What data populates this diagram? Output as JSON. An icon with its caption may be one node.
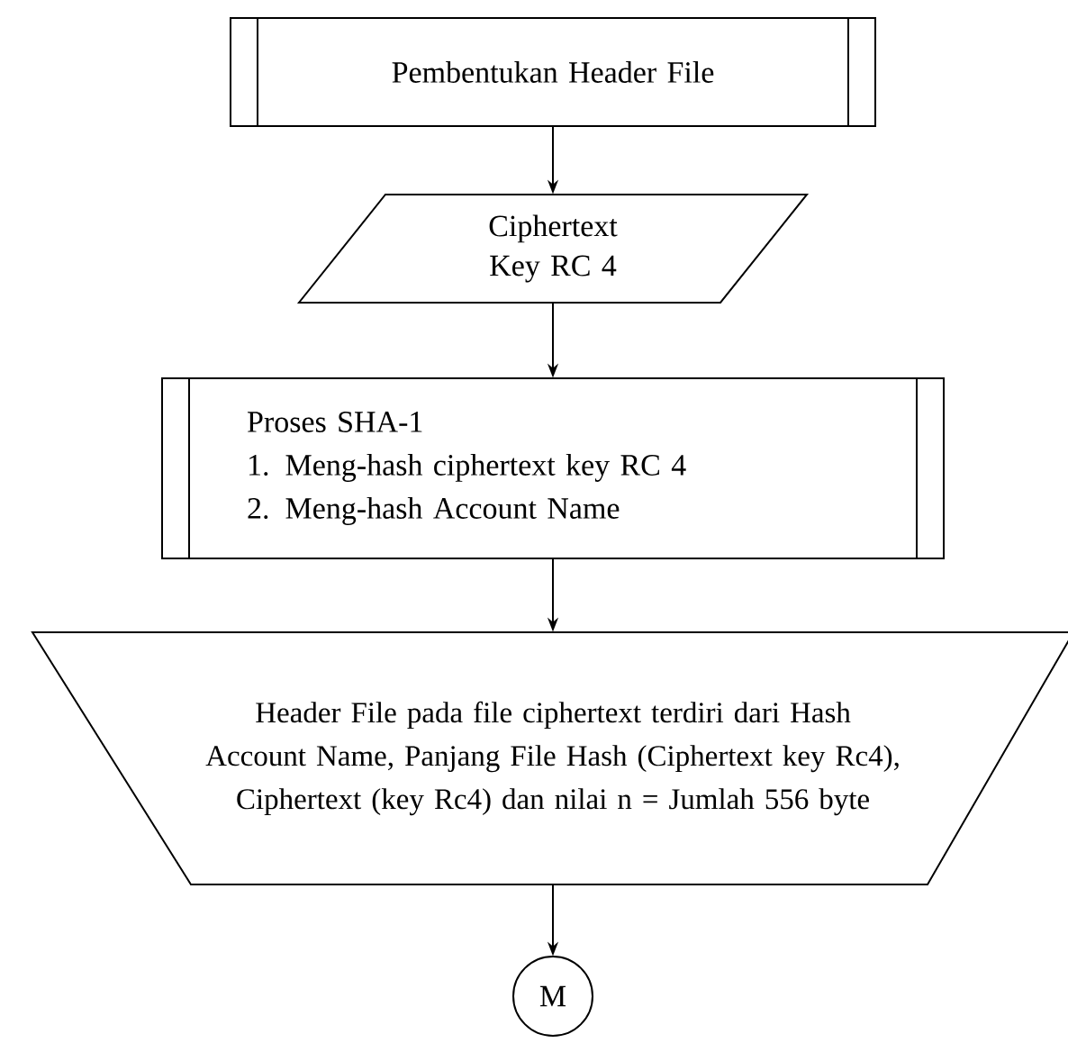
{
  "diagram": {
    "nodes": [
      {
        "text": [
          "Pembentukan Header File"
        ]
      },
      {
        "text": [
          "Ciphertext Key RC 4"
        ]
      },
      {
        "text": [
          "Proses SHA-1",
          "1. Meng-hash ciphertext key RC 4",
          "2. Meng-hash Account Name"
        ]
      },
      {
        "text": [
          "Header File pada file ciphertext terdiri dari Hash Account Name, Panjang File Hash (Ciphertext key Rc4), Ciphertext (key Rc4) dan nilai n = Jumlah 556 byte"
        ]
      },
      {
        "text": [
          "M"
        ]
      }
    ],
    "edges": [
      {
        "from": 0,
        "to": 1,
        "arrow": "to"
      },
      {
        "from": 1,
        "to": 2,
        "arrow": "to"
      },
      {
        "from": 2,
        "to": 3,
        "arrow": "to"
      },
      {
        "from": 3,
        "to": 4,
        "arrow": "to"
      }
    ]
  }
}
